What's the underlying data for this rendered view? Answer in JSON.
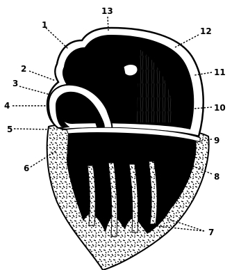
{
  "figure": {
    "type": "anatomical-line-drawing",
    "subject": "heart-section",
    "ink_color": "#000000",
    "paper_color": "#ffffff",
    "labels": [
      "1",
      "2",
      "3",
      "4",
      "5",
      "6",
      "7",
      "8",
      "9",
      "10",
      "11",
      "12",
      "13"
    ]
  }
}
